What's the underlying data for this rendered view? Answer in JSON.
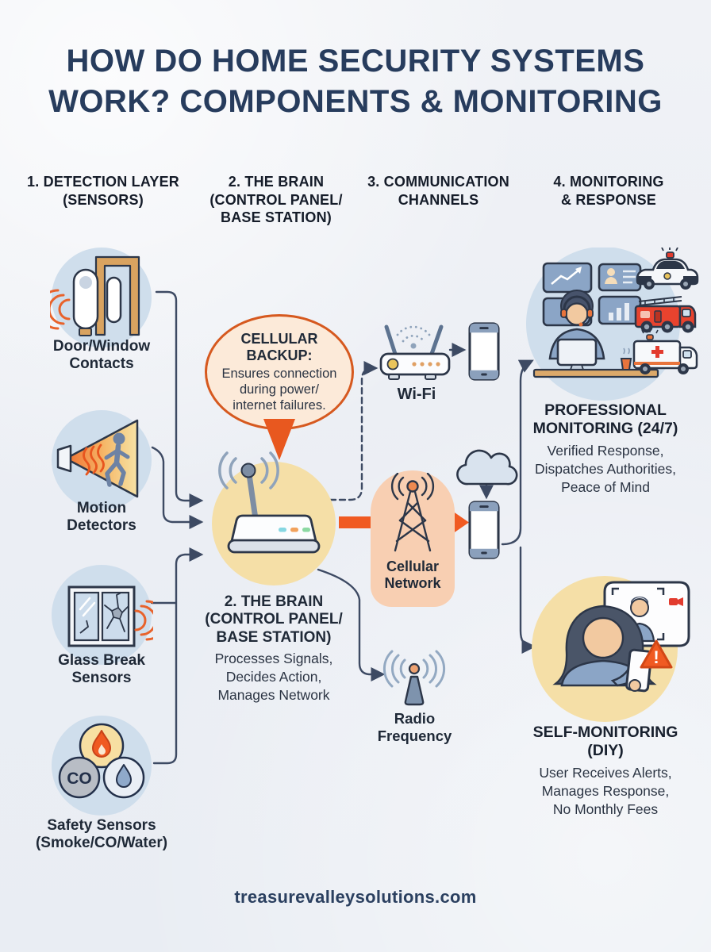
{
  "header": {
    "title": "HOW DO HOME SECURITY SYSTEMS\nWORK? COMPONENTS & MONITORING"
  },
  "columns": [
    {
      "id": "detection",
      "label": "1. DETECTION LAYER\n(SENSORS)"
    },
    {
      "id": "brain",
      "label": "2. THE BRAIN\n(CONTROL PANEL/\nBASE STATION)"
    },
    {
      "id": "communication",
      "label": "3. COMMUNICATION\nCHANNELS"
    },
    {
      "id": "monitoring",
      "label": "4. MONITORING\n& RESPONSE"
    }
  ],
  "sensors": {
    "door": {
      "label": "Door/Window\nContacts"
    },
    "motion": {
      "label": "Motion\nDetectors"
    },
    "glass": {
      "label": "Glass Break\nSensors"
    },
    "safety": {
      "label": "Safety Sensors\n(Smoke/CO/Water)",
      "co_text": "CO"
    }
  },
  "brain": {
    "title": "2. THE BRAIN\n(CONTROL PANEL/\nBASE STATION)",
    "description": "Processes Signals,\nDecides Action,\nManages Network"
  },
  "callout": {
    "title": "CELLULAR BACKUP:",
    "body": "Ensures connection\nduring power/\ninternet failures."
  },
  "channels": {
    "wifi": {
      "label": "Wi-Fi"
    },
    "cellular": {
      "label": "Cellular\nNetwork"
    },
    "radio": {
      "label": "Radio\nFrequency"
    }
  },
  "monitoring": {
    "professional": {
      "title": "PROFESSIONAL\nMONITORING (24/7)",
      "description": "Verified Response,\nDispatches Authorities,\nPeace of Mind"
    },
    "self": {
      "title": "SELF-MONITORING\n(DIY)",
      "description": "User Receives Alerts,\nManages Response,\nNo Monthly Fees",
      "alert_glyph": "!"
    }
  },
  "footer": {
    "website": "treasurevalleysolutions.com"
  },
  "colors": {
    "accent_orange": "#E8581F",
    "panel_yellow": "#F5DFA7",
    "panel_blue": "#CFDEEC",
    "panel_peach": "#F8CFB2",
    "line_navy": "#3D4A63",
    "title_navy": "#273C5D"
  }
}
